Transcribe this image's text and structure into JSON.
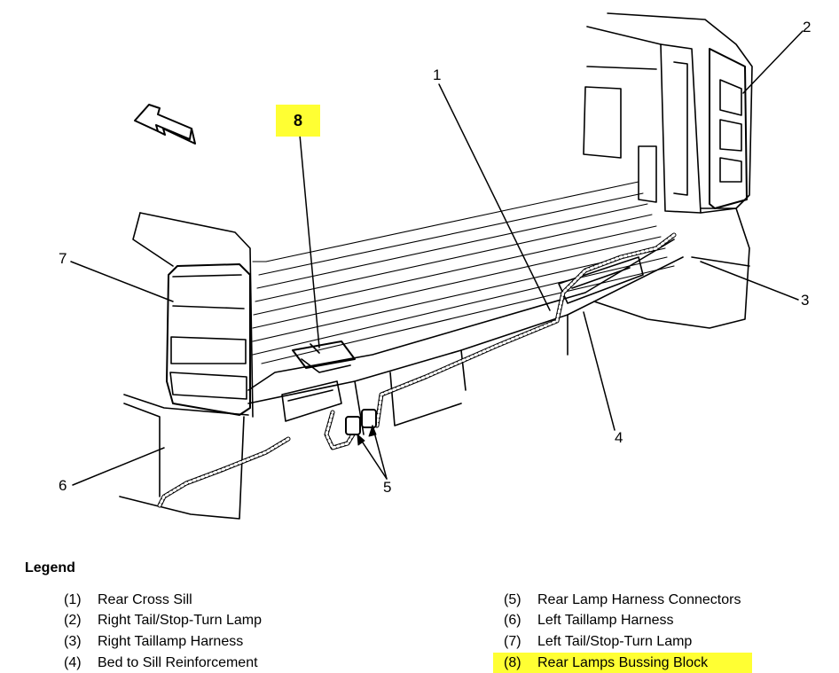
{
  "diagram": {
    "callouts": [
      {
        "id": "1",
        "label": "1"
      },
      {
        "id": "2",
        "label": "2"
      },
      {
        "id": "3",
        "label": "3"
      },
      {
        "id": "4",
        "label": "4"
      },
      {
        "id": "5",
        "label": "5"
      },
      {
        "id": "6",
        "label": "6"
      },
      {
        "id": "7",
        "label": "7"
      },
      {
        "id": "8",
        "label": "8"
      }
    ],
    "highlight_color": "#ffff33"
  },
  "legend": {
    "title": "Legend",
    "items": [
      {
        "num": "(1)",
        "text": "Rear Cross Sill"
      },
      {
        "num": "(2)",
        "text": "Right Tail/Stop-Turn Lamp"
      },
      {
        "num": "(3)",
        "text": "Right Taillamp Harness"
      },
      {
        "num": "(4)",
        "text": "Bed to Sill Reinforcement"
      },
      {
        "num": "(5)",
        "text": "Rear Lamp Harness Connectors"
      },
      {
        "num": "(6)",
        "text": "Left Taillamp Harness"
      },
      {
        "num": "(7)",
        "text": "Left Tail/Stop-Turn Lamp"
      },
      {
        "num": "(8)",
        "text": "Rear Lamps Bussing Block"
      }
    ]
  }
}
